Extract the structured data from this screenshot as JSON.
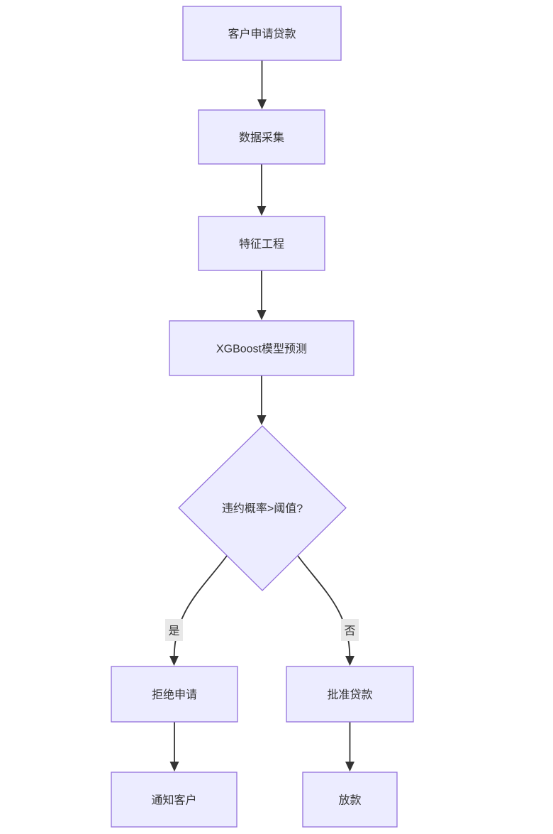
{
  "diagram": {
    "type": "flowchart",
    "direction": "top-down",
    "nodes": [
      {
        "id": "apply",
        "label": "客户申请贷款",
        "shape": "rect"
      },
      {
        "id": "collect",
        "label": "数据采集",
        "shape": "rect"
      },
      {
        "id": "feature",
        "label": "特征工程",
        "shape": "rect"
      },
      {
        "id": "predict",
        "label": "XGBoost模型预测",
        "shape": "rect"
      },
      {
        "id": "decision",
        "label": "违约概率>阈值?",
        "shape": "diamond"
      },
      {
        "id": "reject",
        "label": "拒绝申请",
        "shape": "rect"
      },
      {
        "id": "approve",
        "label": "批准贷款",
        "shape": "rect"
      },
      {
        "id": "notify",
        "label": "通知客户",
        "shape": "rect"
      },
      {
        "id": "disburse",
        "label": "放款",
        "shape": "rect"
      }
    ],
    "edges": [
      {
        "from": "apply",
        "to": "collect",
        "label": ""
      },
      {
        "from": "collect",
        "to": "feature",
        "label": ""
      },
      {
        "from": "feature",
        "to": "predict",
        "label": ""
      },
      {
        "from": "predict",
        "to": "decision",
        "label": ""
      },
      {
        "from": "decision",
        "to": "reject",
        "label": "是"
      },
      {
        "from": "decision",
        "to": "approve",
        "label": "否"
      },
      {
        "from": "reject",
        "to": "notify",
        "label": ""
      },
      {
        "from": "approve",
        "to": "disburse",
        "label": ""
      }
    ],
    "colors": {
      "node_fill": "#ECECFF",
      "node_border": "#9370DB",
      "edge_line": "#333333",
      "text": "#333333",
      "edge_label_bg": "#e8e8e8",
      "background": "#ffffff"
    }
  }
}
